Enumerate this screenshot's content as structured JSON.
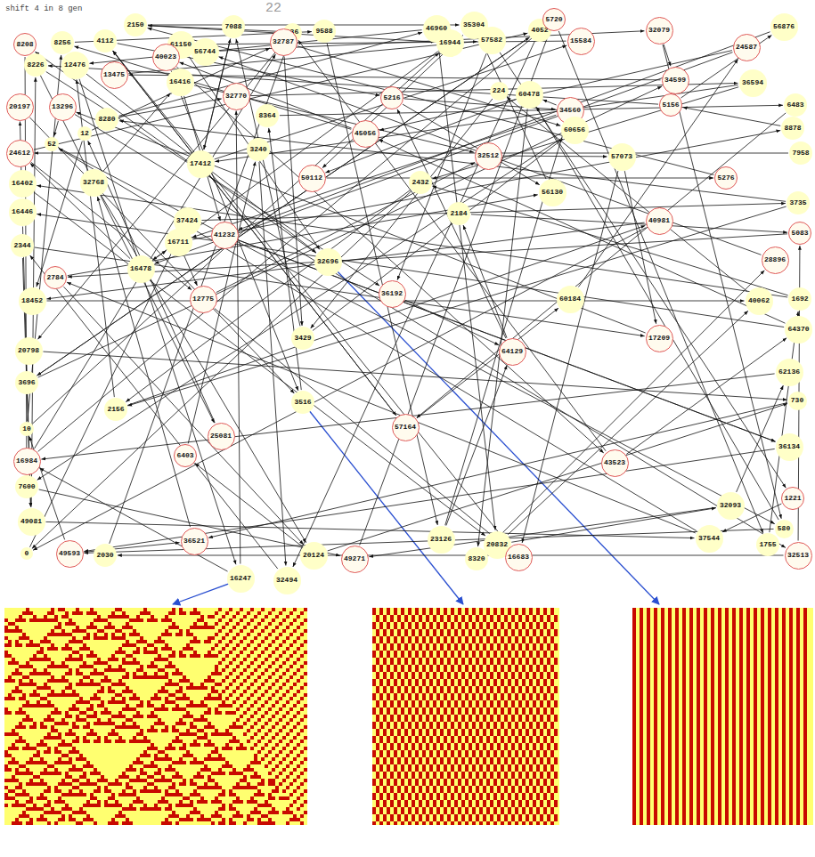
{
  "diagram": {
    "nodes": [
      {
        "text": [
          "2150"
        ]
      },
      {
        "text": [
          "7088"
        ]
      },
      {
        "text": [
          "336"
        ]
      },
      {
        "text": [
          "9588"
        ]
      },
      {
        "text": [
          "46960"
        ]
      },
      {
        "text": [
          "35304"
        ]
      },
      {
        "text": [
          "4052"
        ]
      },
      {
        "text": [
          "5720"
        ]
      },
      {
        "text": [
          "32079"
        ]
      },
      {
        "text": [
          "56876"
        ]
      },
      {
        "text": [
          "8208"
        ]
      },
      {
        "text": [
          "8256"
        ]
      },
      {
        "text": [
          "4112"
        ]
      },
      {
        "text": [
          "61150"
        ]
      },
      {
        "text": [
          "40023"
        ]
      },
      {
        "text": [
          "56744"
        ]
      },
      {
        "text": [
          "32787"
        ]
      },
      {
        "text": [
          "16944"
        ]
      },
      {
        "text": [
          "57582"
        ]
      },
      {
        "text": [
          "15584"
        ]
      },
      {
        "text": [
          "24587"
        ]
      },
      {
        "text": [
          "8226"
        ]
      },
      {
        "text": [
          "12476"
        ]
      },
      {
        "text": [
          "13475"
        ]
      },
      {
        "text": [
          "16416"
        ]
      },
      {
        "text": [
          "224"
        ]
      },
      {
        "text": [
          "60478"
        ]
      },
      {
        "text": [
          "34599"
        ]
      },
      {
        "text": [
          "36594"
        ]
      },
      {
        "text": [
          "20197"
        ]
      },
      {
        "text": [
          "13296"
        ]
      },
      {
        "text": [
          "32770"
        ]
      },
      {
        "text": [
          "5216"
        ]
      },
      {
        "text": [
          "6483"
        ]
      },
      {
        "text": [
          "8280"
        ]
      },
      {
        "text": [
          "8364"
        ]
      },
      {
        "text": [
          "34560"
        ]
      },
      {
        "text": [
          "60656"
        ]
      },
      {
        "text": [
          "5156"
        ]
      },
      {
        "text": [
          "8878"
        ]
      },
      {
        "text": [
          "12"
        ]
      },
      {
        "text": [
          "52"
        ]
      },
      {
        "text": [
          "45056"
        ]
      },
      {
        "text": [
          "7958"
        ]
      },
      {
        "text": [
          "24612"
        ]
      },
      {
        "text": [
          "3240"
        ]
      },
      {
        "text": [
          "17412"
        ]
      },
      {
        "text": [
          "32512"
        ]
      },
      {
        "text": [
          "57073"
        ]
      },
      {
        "text": [
          "16402"
        ]
      },
      {
        "text": [
          "32768"
        ]
      },
      {
        "text": [
          "50112"
        ]
      },
      {
        "text": [
          "2432"
        ]
      },
      {
        "text": [
          "5276"
        ]
      },
      {
        "text": [
          "16446"
        ]
      },
      {
        "text": [
          "37424"
        ]
      },
      {
        "text": [
          "41232"
        ]
      },
      {
        "text": [
          "56130"
        ]
      },
      {
        "text": [
          "3735"
        ]
      },
      {
        "text": [
          "2184"
        ]
      },
      {
        "text": [
          "2344"
        ]
      },
      {
        "text": [
          "32696"
        ]
      },
      {
        "text": [
          "16711"
        ]
      },
      {
        "text": [
          "5083"
        ]
      },
      {
        "text": [
          "40981"
        ]
      },
      {
        "text": [
          "28896"
        ]
      },
      {
        "text": [
          "16478"
        ]
      },
      {
        "text": [
          "18452"
        ]
      },
      {
        "text": [
          "2784"
        ]
      },
      {
        "text": [
          "60184"
        ]
      },
      {
        "text": [
          "1692"
        ]
      },
      {
        "text": [
          "36192"
        ]
      },
      {
        "text": [
          "12775"
        ]
      },
      {
        "text": [
          "40062"
        ]
      },
      {
        "text": [
          "64370"
        ]
      },
      {
        "text": [
          "20798"
        ]
      },
      {
        "text": [
          "3429"
        ]
      },
      {
        "text": [
          "17209"
        ]
      },
      {
        "text": [
          "64129"
        ]
      },
      {
        "text": [
          "62136"
        ]
      },
      {
        "text": [
          "3696"
        ]
      },
      {
        "text": [
          "3516"
        ]
      },
      {
        "text": [
          "2156"
        ]
      },
      {
        "text": [
          "730"
        ]
      },
      {
        "text": [
          "10"
        ]
      },
      {
        "text": [
          "25081"
        ]
      },
      {
        "text": [
          "57164"
        ]
      },
      {
        "text": [
          "36134"
        ]
      },
      {
        "text": [
          "16984"
        ]
      },
      {
        "text": [
          "6403"
        ]
      },
      {
        "text": [
          "43523"
        ]
      },
      {
        "text": [
          "7600"
        ]
      },
      {
        "text": [
          "49081"
        ]
      },
      {
        "text": [
          "36521"
        ]
      },
      {
        "text": [
          "32093"
        ]
      },
      {
        "text": [
          "1221"
        ]
      },
      {
        "text": [
          "580"
        ]
      },
      {
        "text": [
          "0"
        ]
      },
      {
        "text": [
          "49593"
        ]
      },
      {
        "text": [
          "2030"
        ]
      },
      {
        "text": [
          "16247"
        ]
      },
      {
        "text": [
          "32494"
        ]
      },
      {
        "text": [
          "20124"
        ]
      },
      {
        "text": [
          "49271"
        ]
      },
      {
        "text": [
          "23126"
        ]
      },
      {
        "text": [
          "8320"
        ]
      },
      {
        "text": [
          "20832"
        ]
      },
      {
        "text": [
          "16683"
        ]
      },
      {
        "text": [
          "37544"
        ]
      },
      {
        "text": [
          "1755"
        ]
      },
      {
        "text": [
          "32513"
        ]
      }
    ],
    "edges": [
      {
        "from": 0,
        "to": 17,
        "arrow": "to"
      },
      {
        "from": 1,
        "to": 46,
        "arrow": "to"
      },
      {
        "from": 2,
        "to": 75,
        "arrow": "to"
      },
      {
        "from": 3,
        "to": 104,
        "arrow": "to"
      },
      {
        "from": 4,
        "to": 22,
        "arrow": "to"
      },
      {
        "from": 5,
        "to": 51,
        "arrow": "to"
      },
      {
        "from": 6,
        "to": 80,
        "arrow": "to"
      },
      {
        "from": 7,
        "to": 109,
        "arrow": "to"
      },
      {
        "from": 8,
        "to": 27,
        "arrow": "to"
      },
      {
        "from": 9,
        "to": 56,
        "arrow": "to"
      },
      {
        "from": 10,
        "to": 85,
        "arrow": "to"
      },
      {
        "from": 11,
        "to": 3,
        "arrow": "to"
      },
      {
        "from": 12,
        "to": 32,
        "arrow": "to"
      },
      {
        "from": 13,
        "to": 61,
        "arrow": "to"
      },
      {
        "from": 14,
        "to": 90,
        "arrow": "to"
      },
      {
        "from": 15,
        "to": 8,
        "arrow": "to"
      },
      {
        "from": 16,
        "to": 37,
        "arrow": "to"
      },
      {
        "from": 17,
        "to": 66,
        "arrow": "to"
      },
      {
        "from": 18,
        "to": 95,
        "arrow": "to"
      },
      {
        "from": 19,
        "to": 13,
        "arrow": "to"
      },
      {
        "from": 20,
        "to": 42,
        "arrow": "to"
      },
      {
        "from": 21,
        "to": 71,
        "arrow": "to"
      },
      {
        "from": 22,
        "to": 100,
        "arrow": "to"
      },
      {
        "from": 23,
        "to": 18,
        "arrow": "to"
      },
      {
        "from": 24,
        "to": 47,
        "arrow": "to"
      },
      {
        "from": 25,
        "to": 76,
        "arrow": "to"
      },
      {
        "from": 26,
        "to": 105,
        "arrow": "to"
      },
      {
        "from": 27,
        "to": 23,
        "arrow": "to"
      },
      {
        "from": 28,
        "to": 52,
        "arrow": "to"
      },
      {
        "from": 29,
        "to": 81,
        "arrow": "to"
      },
      {
        "from": 30,
        "to": 110,
        "arrow": "to"
      },
      {
        "from": 31,
        "to": 28,
        "arrow": "to"
      },
      {
        "from": 32,
        "to": 57,
        "arrow": "to"
      },
      {
        "from": 33,
        "to": 86,
        "arrow": "to"
      },
      {
        "from": 34,
        "to": 4,
        "arrow": "to"
      },
      {
        "from": 35,
        "to": 33,
        "arrow": "to"
      },
      {
        "from": 36,
        "to": 62,
        "arrow": "to"
      },
      {
        "from": 37,
        "to": 91,
        "arrow": "to"
      },
      {
        "from": 38,
        "to": 9,
        "arrow": "to"
      },
      {
        "from": 39,
        "to": 38,
        "arrow": "to"
      },
      {
        "from": 40,
        "to": 67,
        "arrow": "to"
      },
      {
        "from": 41,
        "to": 96,
        "arrow": "to"
      },
      {
        "from": 42,
        "to": 14,
        "arrow": "to"
      },
      {
        "from": 43,
        "to": 44,
        "arrow": "to"
      },
      {
        "from": 44,
        "to": 72,
        "arrow": "to"
      },
      {
        "from": 45,
        "to": 101,
        "arrow": "to"
      },
      {
        "from": 46,
        "to": 19,
        "arrow": "to"
      },
      {
        "from": 47,
        "to": 48,
        "arrow": "to"
      },
      {
        "from": 48,
        "to": 77,
        "arrow": "to"
      },
      {
        "from": 49,
        "to": 106,
        "arrow": "to"
      },
      {
        "from": 50,
        "to": 24,
        "arrow": "to"
      },
      {
        "from": 51,
        "to": 53,
        "arrow": "to"
      },
      {
        "from": 52,
        "to": 82,
        "arrow": "to"
      },
      {
        "from": 53,
        "to": 0,
        "arrow": "to"
      },
      {
        "from": 54,
        "to": 29,
        "arrow": "to"
      },
      {
        "from": 55,
        "to": 58,
        "arrow": "to"
      },
      {
        "from": 56,
        "to": 87,
        "arrow": "to"
      },
      {
        "from": 57,
        "to": 5,
        "arrow": "to"
      },
      {
        "from": 58,
        "to": 34,
        "arrow": "to"
      },
      {
        "from": 59,
        "to": 63,
        "arrow": "to"
      },
      {
        "from": 60,
        "to": 92,
        "arrow": "to"
      },
      {
        "from": 61,
        "to": 10,
        "arrow": "to"
      },
      {
        "from": 62,
        "to": 39,
        "arrow": "to"
      },
      {
        "from": 63,
        "to": 68,
        "arrow": "to"
      },
      {
        "from": 64,
        "to": 97,
        "arrow": "to"
      },
      {
        "from": 65,
        "to": 15,
        "arrow": "to"
      },
      {
        "from": 66,
        "to": 44,
        "arrow": "to"
      },
      {
        "from": 67,
        "to": 73,
        "arrow": "to"
      },
      {
        "from": 68,
        "to": 102,
        "arrow": "to"
      },
      {
        "from": 69,
        "to": 20,
        "arrow": "to"
      },
      {
        "from": 70,
        "to": 49,
        "arrow": "to"
      },
      {
        "from": 71,
        "to": 78,
        "arrow": "to"
      },
      {
        "from": 72,
        "to": 107,
        "arrow": "to"
      },
      {
        "from": 73,
        "to": 25,
        "arrow": "to"
      },
      {
        "from": 74,
        "to": 54,
        "arrow": "to"
      },
      {
        "from": 75,
        "to": 83,
        "arrow": "to"
      },
      {
        "from": 76,
        "to": 1,
        "arrow": "to"
      },
      {
        "from": 77,
        "to": 30,
        "arrow": "to"
      },
      {
        "from": 78,
        "to": 59,
        "arrow": "to"
      },
      {
        "from": 79,
        "to": 88,
        "arrow": "to"
      },
      {
        "from": 80,
        "to": 6,
        "arrow": "to"
      },
      {
        "from": 81,
        "to": 35,
        "arrow": "to"
      },
      {
        "from": 82,
        "to": 64,
        "arrow": "to"
      },
      {
        "from": 83,
        "to": 93,
        "arrow": "to"
      },
      {
        "from": 84,
        "to": 11,
        "arrow": "to"
      },
      {
        "from": 85,
        "to": 40,
        "arrow": "to"
      },
      {
        "from": 86,
        "to": 69,
        "arrow": "to"
      },
      {
        "from": 87,
        "to": 98,
        "arrow": "to"
      },
      {
        "from": 88,
        "to": 16,
        "arrow": "to"
      },
      {
        "from": 89,
        "to": 45,
        "arrow": "to"
      },
      {
        "from": 90,
        "to": 74,
        "arrow": "to"
      },
      {
        "from": 91,
        "to": 103,
        "arrow": "to"
      },
      {
        "from": 92,
        "to": 21,
        "arrow": "to"
      },
      {
        "from": 93,
        "to": 50,
        "arrow": "to"
      },
      {
        "from": 94,
        "to": 79,
        "arrow": "to"
      },
      {
        "from": 95,
        "to": 108,
        "arrow": "to"
      },
      {
        "from": 96,
        "to": 26,
        "arrow": "to"
      },
      {
        "from": 97,
        "to": 55,
        "arrow": "to"
      },
      {
        "from": 98,
        "to": 84,
        "arrow": "to"
      },
      {
        "from": 99,
        "to": 2,
        "arrow": "to"
      },
      {
        "from": 100,
        "to": 31,
        "arrow": "to"
      },
      {
        "from": 101,
        "to": 60,
        "arrow": "to"
      },
      {
        "from": 102,
        "to": 89,
        "arrow": "to"
      },
      {
        "from": 103,
        "to": 7,
        "arrow": "to"
      },
      {
        "from": 104,
        "to": 36,
        "arrow": "to"
      },
      {
        "from": 105,
        "to": 65,
        "arrow": "to"
      },
      {
        "from": 106,
        "to": 94,
        "arrow": "to"
      },
      {
        "from": 107,
        "to": 12,
        "arrow": "to"
      },
      {
        "from": 108,
        "to": 41,
        "arrow": "to"
      },
      {
        "from": 109,
        "to": 70,
        "arrow": "to"
      },
      {
        "from": 110,
        "to": 99,
        "arrow": "to"
      },
      {
        "from": 0,
        "to": 5,
        "arrow": "to"
      },
      {
        "from": 2,
        "to": 0,
        "arrow": "to"
      },
      {
        "from": 4,
        "to": 106,
        "arrow": "to"
      },
      {
        "from": 6,
        "to": 101,
        "arrow": "to"
      },
      {
        "from": 8,
        "to": 96,
        "arrow": "to"
      },
      {
        "from": 10,
        "to": 91,
        "arrow": "to"
      },
      {
        "from": 12,
        "to": 86,
        "arrow": "to"
      },
      {
        "from": 14,
        "to": 81,
        "arrow": "to"
      },
      {
        "from": 16,
        "to": 76,
        "arrow": "to"
      },
      {
        "from": 18,
        "to": 71,
        "arrow": "to"
      },
      {
        "from": 20,
        "to": 66,
        "arrow": "to"
      },
      {
        "from": 22,
        "to": 61,
        "arrow": "to"
      },
      {
        "from": 24,
        "to": 56,
        "arrow": "to"
      },
      {
        "from": 26,
        "to": 51,
        "arrow": "to"
      },
      {
        "from": 28,
        "to": 46,
        "arrow": "to"
      },
      {
        "from": 30,
        "to": 41,
        "arrow": "to"
      },
      {
        "from": 32,
        "to": 36,
        "arrow": "to"
      },
      {
        "from": 34,
        "to": 31,
        "arrow": "to"
      },
      {
        "from": 36,
        "to": 26,
        "arrow": "to"
      },
      {
        "from": 38,
        "to": 21,
        "arrow": "to"
      },
      {
        "from": 40,
        "to": 16,
        "arrow": "to"
      },
      {
        "from": 42,
        "to": 11,
        "arrow": "to"
      },
      {
        "from": 44,
        "to": 6,
        "arrow": "to"
      },
      {
        "from": 46,
        "to": 1,
        "arrow": "to"
      },
      {
        "from": 48,
        "to": 107,
        "arrow": "to"
      },
      {
        "from": 50,
        "to": 102,
        "arrow": "to"
      },
      {
        "from": 52,
        "to": 97,
        "arrow": "to"
      },
      {
        "from": 54,
        "to": 92,
        "arrow": "to"
      },
      {
        "from": 56,
        "to": 87,
        "arrow": "to"
      },
      {
        "from": 58,
        "to": 82,
        "arrow": "to"
      },
      {
        "from": 60,
        "to": 77,
        "arrow": "to"
      },
      {
        "from": 62,
        "to": 72,
        "arrow": "to"
      },
      {
        "from": 64,
        "to": 67,
        "arrow": "to"
      },
      {
        "from": 66,
        "to": 62,
        "arrow": "to"
      },
      {
        "from": 68,
        "to": 57,
        "arrow": "to"
      },
      {
        "from": 70,
        "to": 52,
        "arrow": "to"
      },
      {
        "from": 72,
        "to": 47,
        "arrow": "to"
      },
      {
        "from": 74,
        "to": 42,
        "arrow": "to"
      },
      {
        "from": 76,
        "to": 37,
        "arrow": "to"
      },
      {
        "from": 78,
        "to": 32,
        "arrow": "to"
      },
      {
        "from": 80,
        "to": 27,
        "arrow": "to"
      },
      {
        "from": 82,
        "to": 22,
        "arrow": "to"
      },
      {
        "from": 84,
        "to": 17,
        "arrow": "to"
      },
      {
        "from": 86,
        "to": 12,
        "arrow": "to"
      },
      {
        "from": 88,
        "to": 7,
        "arrow": "to"
      },
      {
        "from": 90,
        "to": 2,
        "arrow": "to"
      },
      {
        "from": 92,
        "to": 108,
        "arrow": "to"
      },
      {
        "from": 94,
        "to": 103,
        "arrow": "to"
      },
      {
        "from": 96,
        "to": 98,
        "arrow": "to"
      },
      {
        "from": 98,
        "to": 93,
        "arrow": "to"
      },
      {
        "from": 100,
        "to": 88,
        "arrow": "to"
      },
      {
        "from": 102,
        "to": 83,
        "arrow": "to"
      },
      {
        "from": 104,
        "to": 78,
        "arrow": "to"
      },
      {
        "from": 106,
        "to": 73,
        "arrow": "to"
      },
      {
        "from": 108,
        "to": 68,
        "arrow": "to"
      },
      {
        "from": 110,
        "to": 63,
        "arrow": "to"
      }
    ],
    "labels": [
      "shift 4 in 8 gen",
      "22"
    ]
  }
}
